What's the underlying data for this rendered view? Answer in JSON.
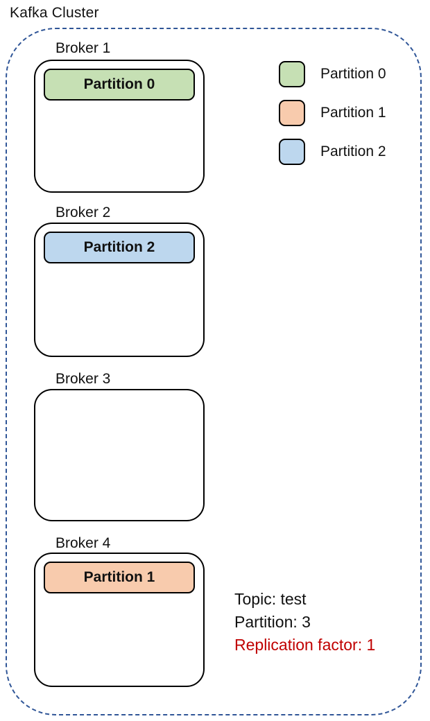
{
  "title": "Kafka Cluster",
  "cluster": {
    "border_color": "#2F5597"
  },
  "brokers": [
    {
      "label": "Broker 1",
      "partitions": [
        {
          "label": "Partition 0",
          "color": "#C6E0B4"
        }
      ]
    },
    {
      "label": "Broker 2",
      "partitions": [
        {
          "label": "Partition 2",
          "color": "#BDD7EE"
        }
      ]
    },
    {
      "label": "Broker 3",
      "partitions": []
    },
    {
      "label": "Broker 4",
      "partitions": [
        {
          "label": "Partition 1",
          "color": "#F8CBAD"
        }
      ]
    }
  ],
  "legend": [
    {
      "label": "Partition 0",
      "color": "#C6E0B4"
    },
    {
      "label": "Partition 1",
      "color": "#F8CBAD"
    },
    {
      "label": "Partition 2",
      "color": "#BDD7EE"
    }
  ],
  "info": {
    "lines": [
      {
        "text": "Topic: test",
        "color": "#111111"
      },
      {
        "text": "Partition: 3",
        "color": "#111111"
      },
      {
        "text": "Replication factor: 1",
        "color": "#C00000"
      }
    ]
  }
}
